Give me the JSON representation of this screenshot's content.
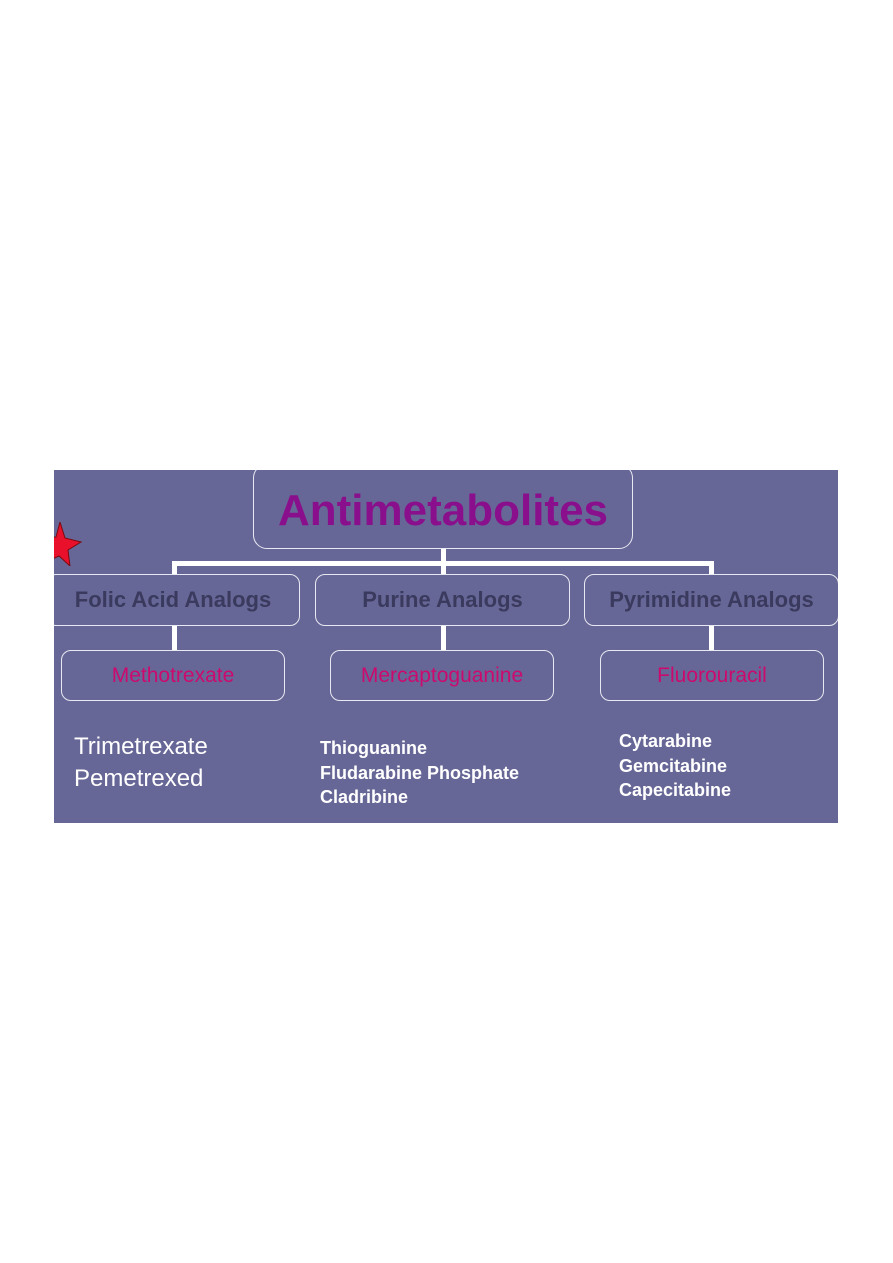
{
  "diagram": {
    "root": {
      "label": "Antimetabolites",
      "color": "#8a0f8c"
    },
    "background_color": "#676797",
    "branches": [
      {
        "category": "Folic Acid Analogs",
        "primary_drug": "Methotrexate",
        "other_drugs": [
          "Trimetrexate",
          "Pemetrexed"
        ]
      },
      {
        "category": "Purine Analogs",
        "primary_drug": "Mercaptoguanine",
        "other_drugs": [
          "Thioguanine",
          "Fludarabine Phosphate",
          "Cladribine"
        ]
      },
      {
        "category": "Pyrimidine Analogs",
        "primary_drug": "Fluorouracil",
        "other_drugs": [
          "Cytarabine",
          "Gemcitabine",
          "Capecitabine"
        ]
      }
    ],
    "category_color": "#3a3a5e",
    "drug_color": "#cc0a6e",
    "star_icon": "red-star-icon"
  }
}
